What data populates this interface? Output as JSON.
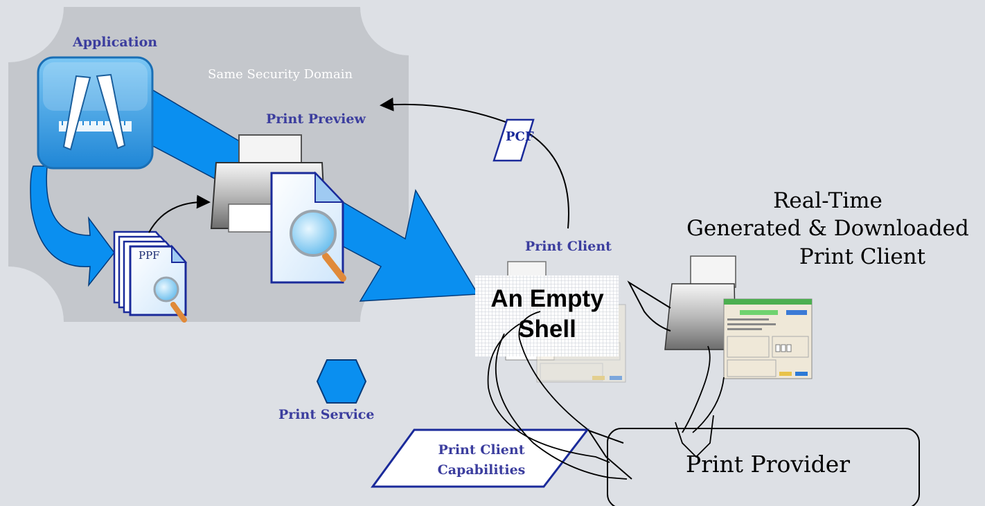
{
  "labels": {
    "application": "Application",
    "same_security_domain": "Same Security Domain",
    "print_preview": "Print Preview",
    "pcf": "PCF",
    "ppf": "PPF",
    "print_client": "Print Client",
    "empty_shell_line1": "An Empty",
    "empty_shell_line2": "Shell",
    "realtime_line1": "Real-Time",
    "realtime_line2": "Generated & Downloaded",
    "realtime_line3": "Print Client",
    "print_service": "Print Service",
    "capabilities_line1": "Print Client",
    "capabilities_line2": "Capabilities",
    "print_provider": "Print Provider"
  },
  "colors": {
    "background": "#dde0e5",
    "security_domain": "#c4c7cc",
    "big_arrow": "#0a8ff0",
    "label_blue": "#3b3d9e",
    "hexagon": "#0a8ff0"
  },
  "icons": [
    "app-store-icon",
    "printer-icon",
    "document-magnifier-icon",
    "hexagon-icon",
    "print-dialog-screenshot"
  ]
}
